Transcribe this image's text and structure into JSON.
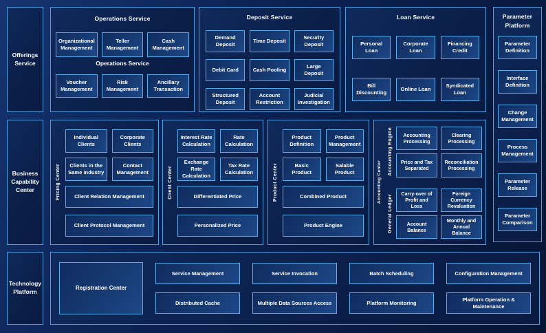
{
  "diagram": {
    "left_rail": [
      {
        "label": "Offerings Service"
      },
      {
        "label": "Business Capability Center"
      },
      {
        "label": "Technology Platform"
      }
    ],
    "operations": {
      "title": "Operations Service",
      "row1": [
        "Organizational Management",
        "Teller Management",
        "Cash Management"
      ],
      "mid_label": "Operations Service",
      "row2": [
        "Voucher Management",
        "Risk Management",
        "Ancillary Transaction"
      ]
    },
    "deposit": {
      "title": "Deposit Service",
      "items": [
        "Demand Deposit",
        "Time Deposit",
        "Security Deposit",
        "Debit Card",
        "Cash Pooling",
        "Large Deposit",
        "Structured Deposit",
        "Account Restriction",
        "Judicial Investigation"
      ]
    },
    "loan": {
      "title": "Loan Service",
      "items": [
        "Personal Loan",
        "Corporate Loan",
        "Financing Credit",
        "Bill Discounting",
        "Online Loan",
        "Syndicated Loan"
      ]
    },
    "parameter_platform": {
      "title": "Parameter Platform",
      "items": [
        "Parameter Definition",
        "Interface Definition",
        "Change Management",
        "Process Management",
        "Parameter Release",
        "Parameter Comparison"
      ]
    },
    "pricing_center": {
      "vertical_label": "Pricing Center",
      "grid": [
        "Individual Clients",
        "Corporate Clients",
        "Clients in the Same Industry",
        "Contact Management"
      ],
      "wide": [
        "Client Relation Management",
        "Client Protocol Management"
      ]
    },
    "client_center": {
      "vertical_label": "Client Center",
      "grid": [
        "Interest Rate Calculation",
        "Rate Calculation",
        "Exchange Rate Calculation",
        "Tax Rate Calculation"
      ],
      "wide": [
        "Differentiated Price",
        "Personalized Price"
      ]
    },
    "product_center": {
      "vertical_label": "Product Center",
      "grid": [
        "Product Definition",
        "Product Management",
        "Basic Product",
        "Salable Product"
      ],
      "wide": [
        "Combined Product",
        "Product Engine"
      ]
    },
    "accounting_center": {
      "vertical_label": "Accounting Center",
      "groups": [
        {
          "vertical_label": "Accounting Engine",
          "items": [
            "Accounting Processing",
            "Clearing Processing",
            "Price and Tax Separated",
            "Reconciliation Processing"
          ]
        },
        {
          "vertical_label": "General Ledger",
          "items": [
            "Carry-over of Profit and Loss",
            "Foreign Currency Revaluation",
            "Account Balance",
            "Monthly and Annual Balance"
          ]
        }
      ]
    },
    "technology": {
      "registration": "Registration Center",
      "columns": [
        [
          "Service Management",
          "Distributed Cache"
        ],
        [
          "Service Invocation",
          "Multiple Data Sources Access"
        ],
        [
          "Batch Scheduling",
          "Platform Monitoring"
        ],
        [
          "Configuration Management",
          "Platform Operation & Maintenance"
        ]
      ]
    },
    "colors": {
      "background": "#0c2254",
      "panel_border": "#4fa0e0",
      "box_border": "#58aeea",
      "box_fill": "#163a72",
      "text": "#ffffff"
    }
  }
}
